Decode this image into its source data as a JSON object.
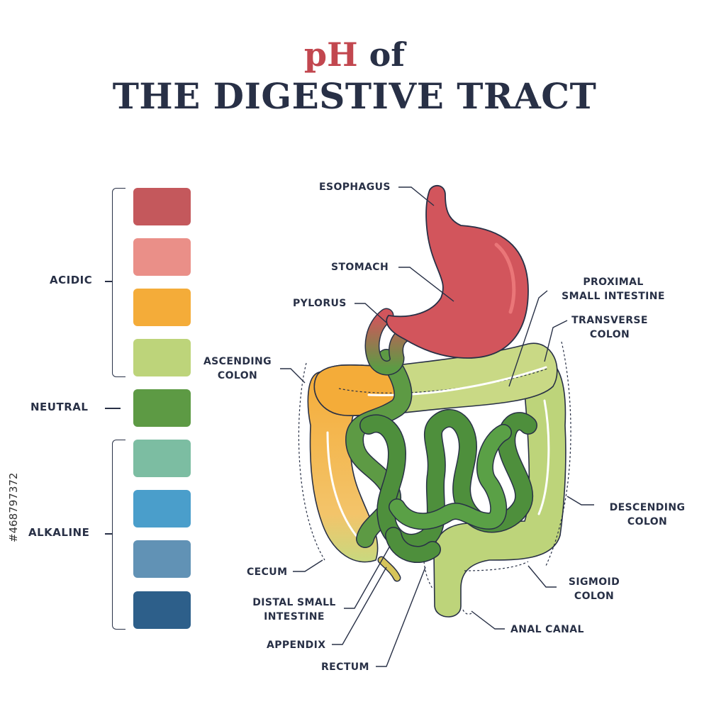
{
  "title": {
    "ph": "pH",
    "of": "of",
    "line2": "THE DIGESTIVE TRACT"
  },
  "scale": {
    "acidic_label": "ACIDIC",
    "neutral_label": "NEUTRAL",
    "alkaline_label": "ALKALINE",
    "colors": [
      "#c4585c",
      "#ea8f88",
      "#f4ac39",
      "#bdd47a",
      "#5d9a44",
      "#7cbda2",
      "#4a9ecb",
      "#6192b5",
      "#2d5f8a"
    ]
  },
  "labels": {
    "esophagus": "ESOPHAGUS",
    "stomach": "STOMACH",
    "pylorus": "PYLORUS",
    "proximal_1": "PROXIMAL",
    "proximal_2": "SMALL INTESTINE",
    "transverse_1": "TRANSVERSE",
    "transverse_2": "COLON",
    "ascending_1": "ASCENDING",
    "ascending_2": "COLON",
    "descending_1": "DESCENDING",
    "descending_2": "COLON",
    "cecum": "CECUM",
    "sigmoid_1": "SIGMOID",
    "sigmoid_2": "COLON",
    "distal_1": "DISTAL SMALL",
    "distal_2": "INTESTINE",
    "anal_canal": "ANAL CANAL",
    "appendix": "APPENDIX",
    "rectum": "RECTUM"
  },
  "watermark": "#468797372"
}
